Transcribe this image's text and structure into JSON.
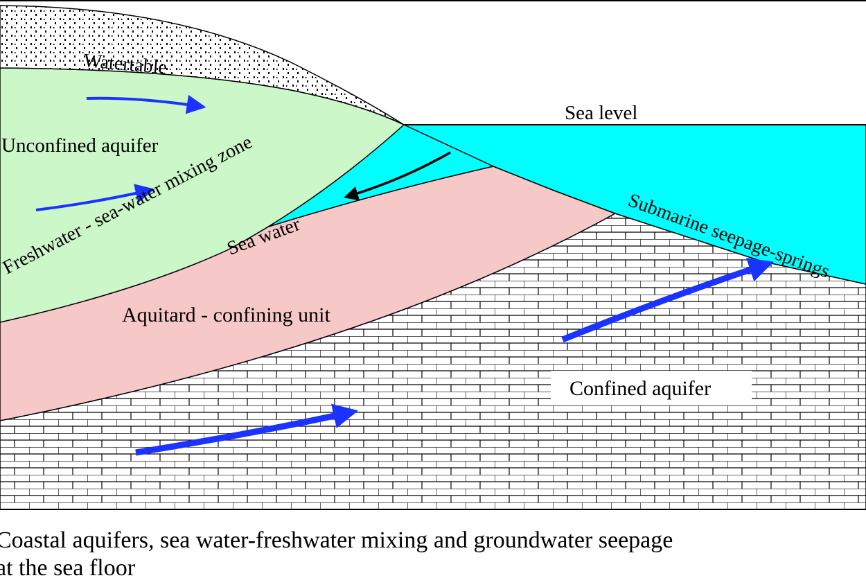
{
  "diagram": {
    "labels": {
      "watertable": "Watertable",
      "sea_level": "Sea level",
      "unconfined_aquifer": "Unconfined aquifer",
      "mixing_zone": "Freshwater - sea-water mixing zone",
      "sea_water": "Sea water",
      "seepage_springs": "Submarine seepage-springs",
      "aquitard": "Aquitard - confining unit",
      "confined_aquifer": "Confined aquifer"
    },
    "caption": {
      "line1": "Coastal aquifers, sea water-freshwater mixing and groundwater seepage",
      "line2": "at the sea floor"
    }
  },
  "colors": {
    "freshwater": "#ccf7c8",
    "sea": "#00ffff",
    "aquitard": "#f7c8c8",
    "flow_arrow": "#1a33ff",
    "intrusion_arrow": "#000000",
    "outline": "#000000"
  },
  "pattern_names": [
    "dotted-soil",
    "brick-limestone"
  ]
}
